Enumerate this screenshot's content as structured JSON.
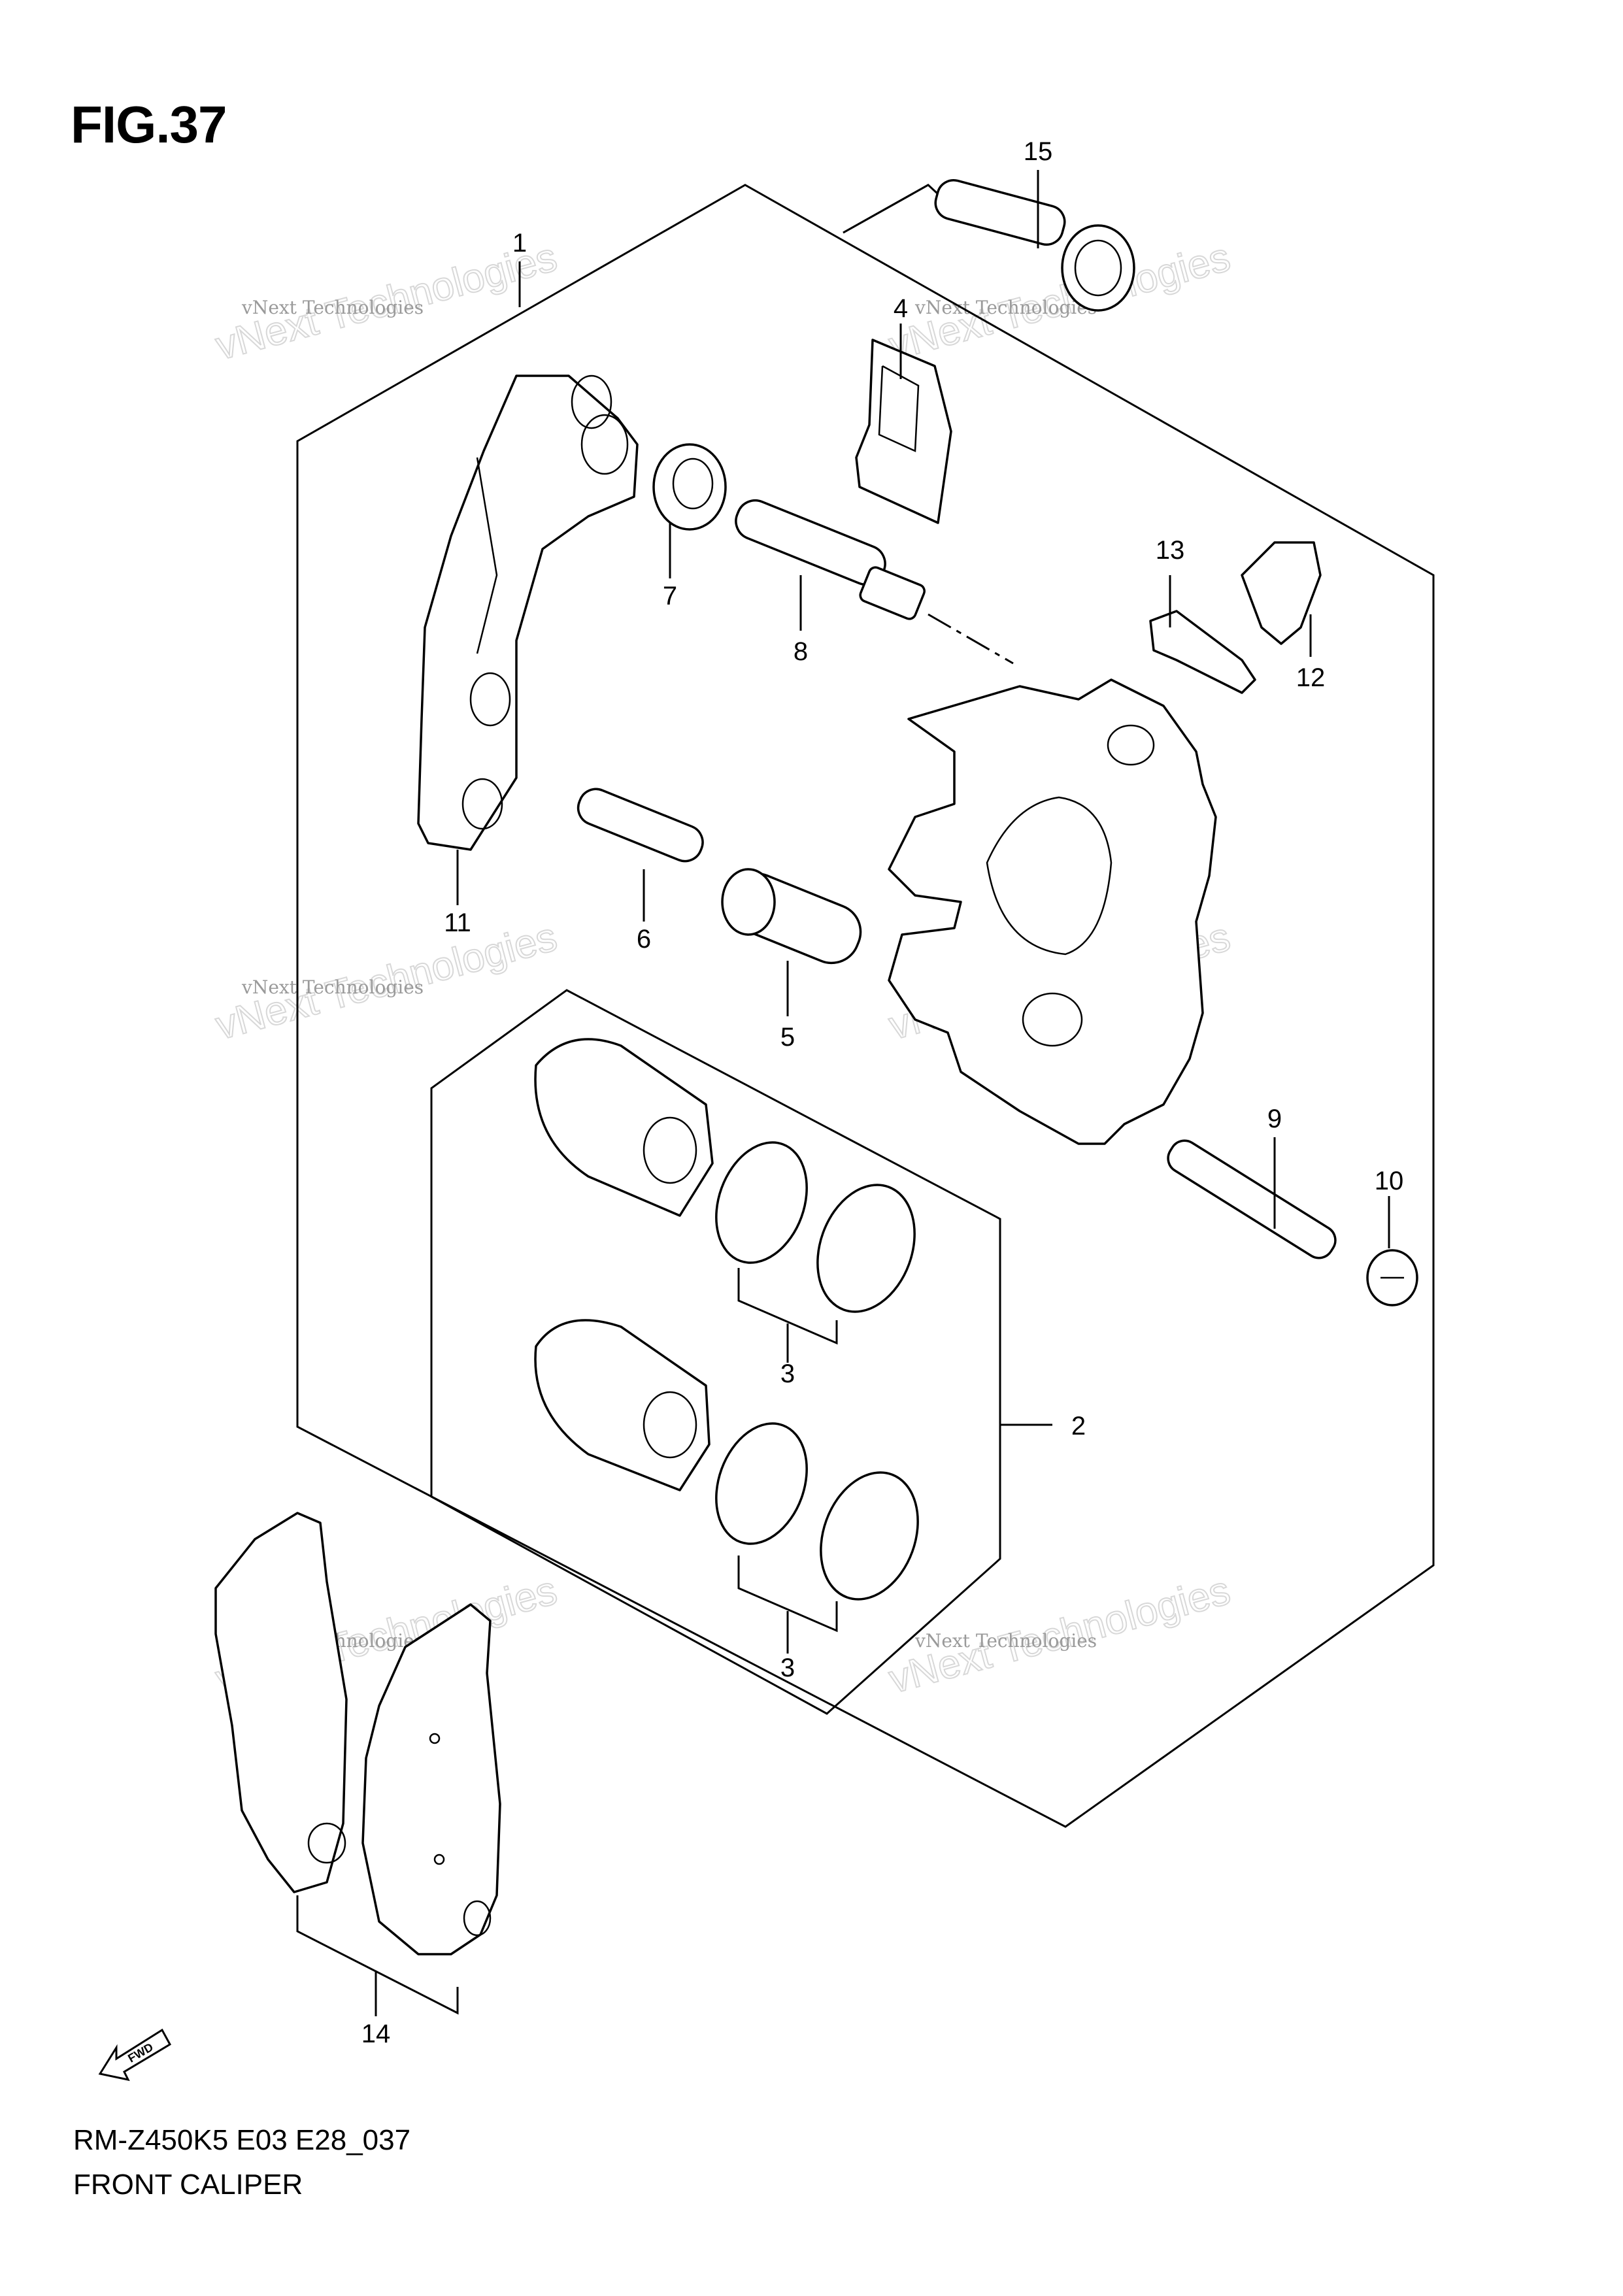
{
  "figure": {
    "title": "FIG.37"
  },
  "footer": {
    "model_code": "RM-Z450K5 E03 E28_037",
    "caption": "FRONT CALIPER"
  },
  "callouts": {
    "c1": "1",
    "c2": "2",
    "c3a": "3",
    "c3b": "3",
    "c4": "4",
    "c5": "5",
    "c6": "6",
    "c7": "7",
    "c8": "8",
    "c9": "9",
    "c10": "10",
    "c11": "11",
    "c12": "12",
    "c13": "13",
    "c14": "14",
    "c15": "15"
  },
  "watermark": {
    "line1": "vNext Technologies",
    "line2": "vNext Technologies"
  },
  "fwd_badge": "FWD"
}
